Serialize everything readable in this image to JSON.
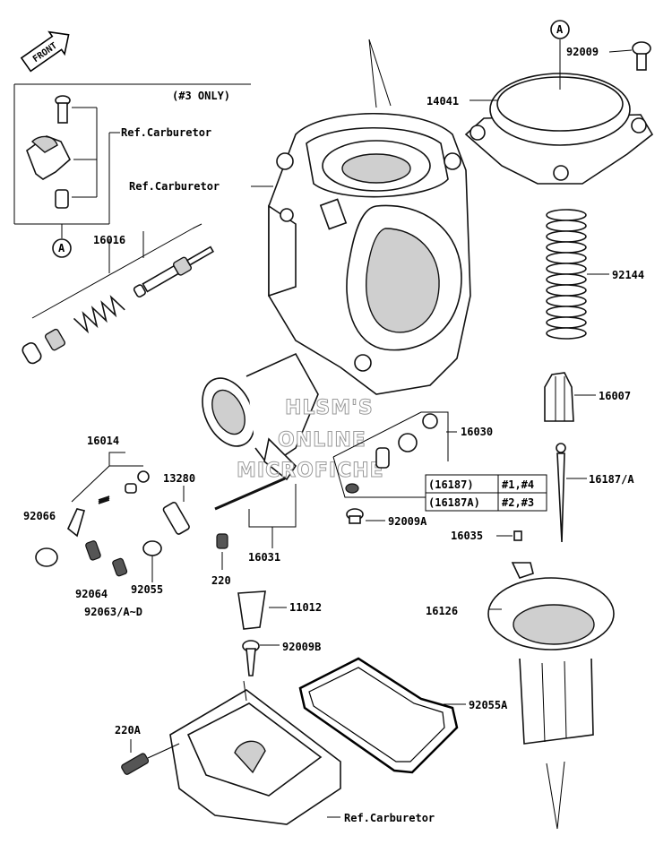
{
  "front_arrow": "FRONT",
  "circle_letter": "A",
  "box_note": "(#3 ONLY)",
  "table": {
    "rows": [
      {
        "part": "(16187)",
        "cyl": "#1,#4"
      },
      {
        "part": "(16187A)",
        "cyl": "#2,#3"
      }
    ]
  },
  "labels": {
    "ref_carb_top": "Ref.Carburetor",
    "ref_carb_mid": "Ref.Carburetor",
    "ref_carb_bottom": "Ref.Carburetor",
    "p16016": "16016",
    "p92009": "92009",
    "p14041": "14041",
    "p92144": "92144",
    "p16007": "16007",
    "p16187a": "16187/A",
    "p16030": "16030",
    "p16014": "16014",
    "p13280": "13280",
    "p92066": "92066",
    "p16031": "16031",
    "p92009a": "92009A",
    "p16035": "16035",
    "p220": "220",
    "p92064": "92064",
    "p92055": "92055",
    "p92063": "92063/A~D",
    "p11012": "11012",
    "p16126": "16126",
    "p92009b": "92009B",
    "p92055a": "92055A",
    "p220a": "220A"
  },
  "watermark": [
    "HLSM'S",
    "ONLINE",
    "MICROFICHE"
  ]
}
